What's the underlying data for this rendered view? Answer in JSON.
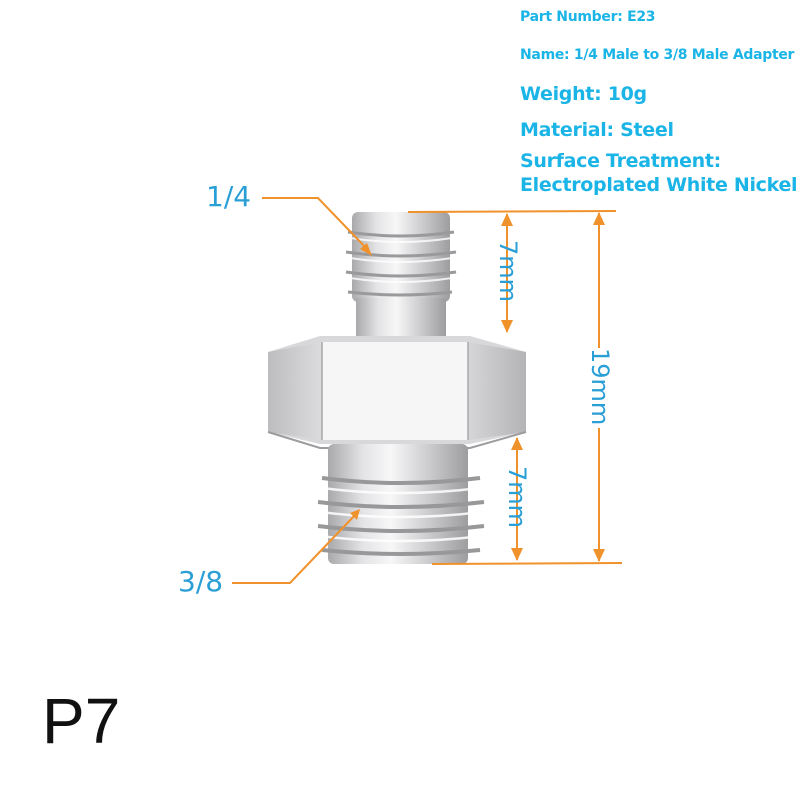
{
  "specs": {
    "part_number": "Part Number: E23",
    "name": "Name: 1/4 Male to 3/8 Male Adapter",
    "weight": "Weight: 10g",
    "material": "Material: Steel",
    "surface_line1": "Surface Treatment:",
    "surface_line2": "Electroplated White Nickel"
  },
  "callouts": {
    "top_thread": "1/4",
    "bottom_thread": "3/8"
  },
  "dimensions": {
    "top_length": "7mm",
    "bottom_length": "7mm",
    "total_length": "19mm"
  },
  "page_tag": "P7",
  "colors": {
    "accent_text": "#1ab4e6",
    "dimension_line": "#f0922b",
    "metal": "#c9c9cb"
  }
}
